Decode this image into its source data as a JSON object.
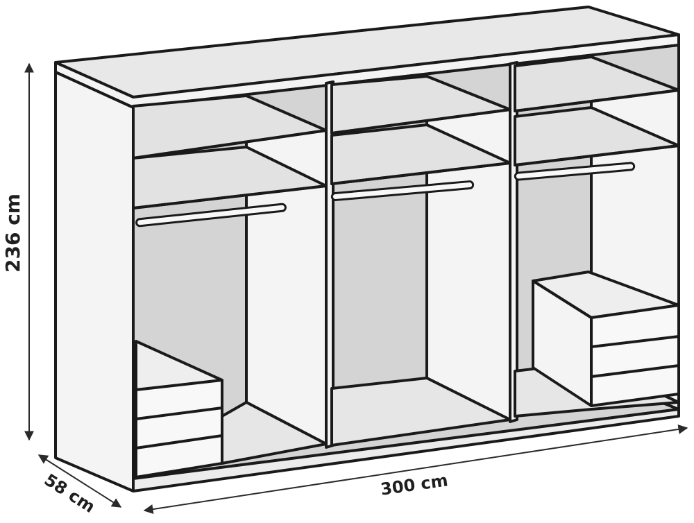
{
  "dimensions": {
    "height": "236 cm",
    "depth": "58 cm",
    "width": "300 cm"
  },
  "colors": {
    "outline": "#1a1a1a",
    "panel_light": "#f4f4f4",
    "panel_mid": "#e6e6e6",
    "panel_dark": "#d4d4d4",
    "shelf": "#e2e2e2",
    "dimension_line": "#2a2a2a"
  }
}
